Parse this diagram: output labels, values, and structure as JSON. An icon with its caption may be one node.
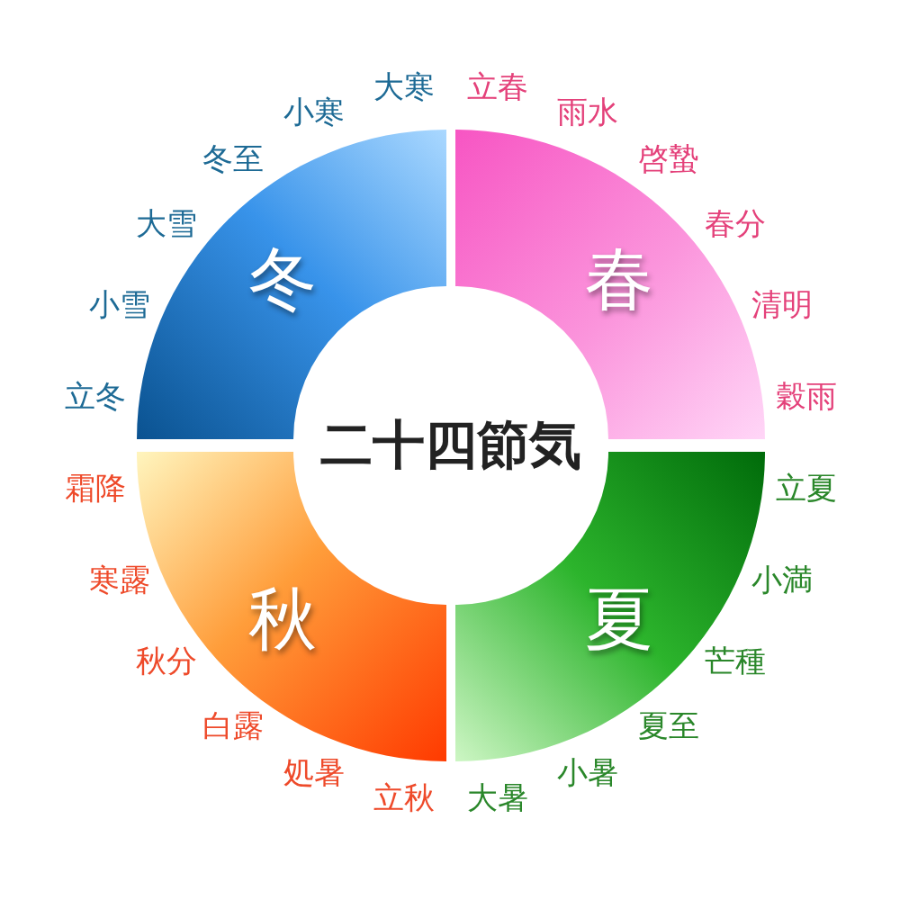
{
  "diagram": {
    "title": "二十四節気",
    "nodes": [
      {
        "text": [
          "冬"
        ],
        "beside": [
          "立冬",
          "小雪",
          "大雪",
          "冬至",
          "小寒",
          "大寒"
        ]
      },
      {
        "text": [
          "春"
        ],
        "beside": [
          "立春",
          "雨水",
          "啓蟄",
          "春分",
          "清明",
          "穀雨"
        ]
      },
      {
        "text": [
          "秋"
        ],
        "beside": [
          "立秋",
          "処暑",
          "白露",
          "秋分",
          "寒露",
          "霜降"
        ]
      },
      {
        "text": [
          "夏"
        ],
        "beside": [
          "立夏",
          "小満",
          "芒種",
          "夏至",
          "小暑",
          "大暑"
        ]
      }
    ]
  }
}
